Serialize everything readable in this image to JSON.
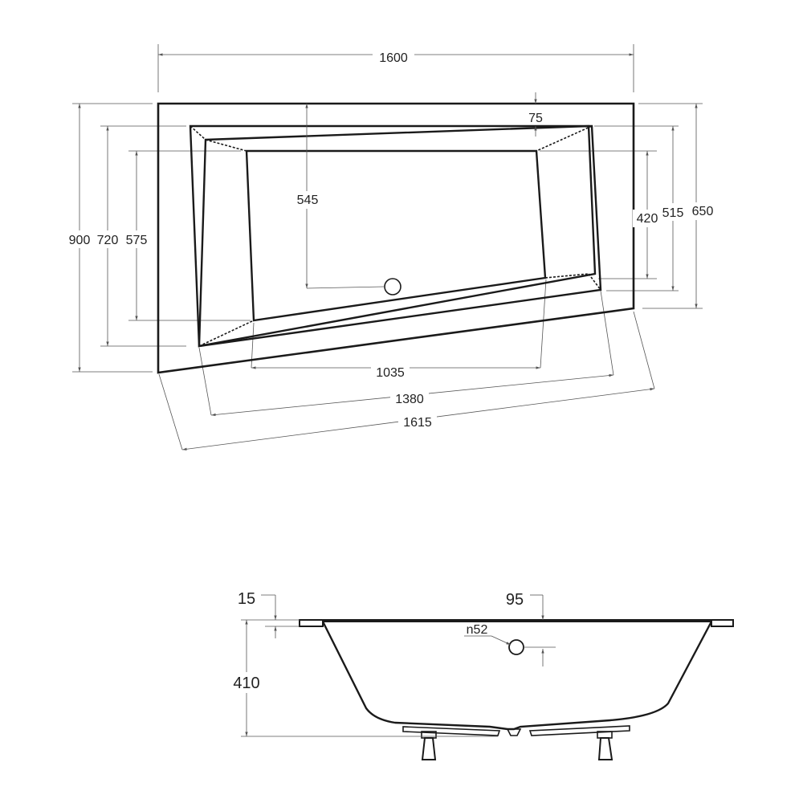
{
  "plan_view": {
    "dimensions": {
      "overall_width": "1600",
      "overall_depth": "900",
      "depth_720": "720",
      "depth_575": "575",
      "depth_545": "545",
      "rim_75": "75",
      "right_420": "420",
      "right_515": "515",
      "right_650": "650",
      "diag_1035": "1035",
      "diag_1380": "1380",
      "diag_1615": "1615"
    }
  },
  "side_view": {
    "dimensions": {
      "rim_15": "15",
      "rim_95": "95",
      "height_410": "410",
      "drain_n52": "n52"
    }
  }
}
